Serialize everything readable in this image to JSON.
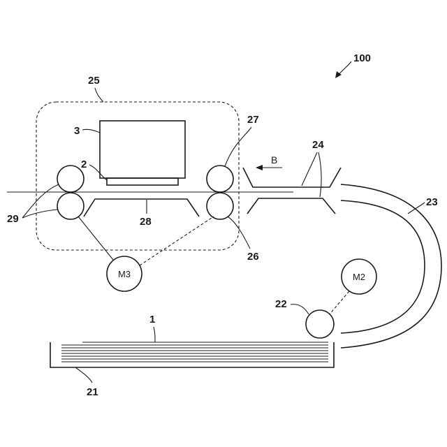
{
  "labels": {
    "device": "100",
    "tray": "1",
    "original": "2",
    "scanner": "3",
    "tray_box": "21",
    "pickup_roller": "22",
    "curved_path": "23",
    "guide": "24",
    "unit": "25",
    "lower_roller": "26",
    "upper_roller": "27",
    "platen": "28",
    "rollers_29": "29",
    "direction": "B"
  },
  "motors": {
    "m2": "M2",
    "m3": "M3"
  }
}
